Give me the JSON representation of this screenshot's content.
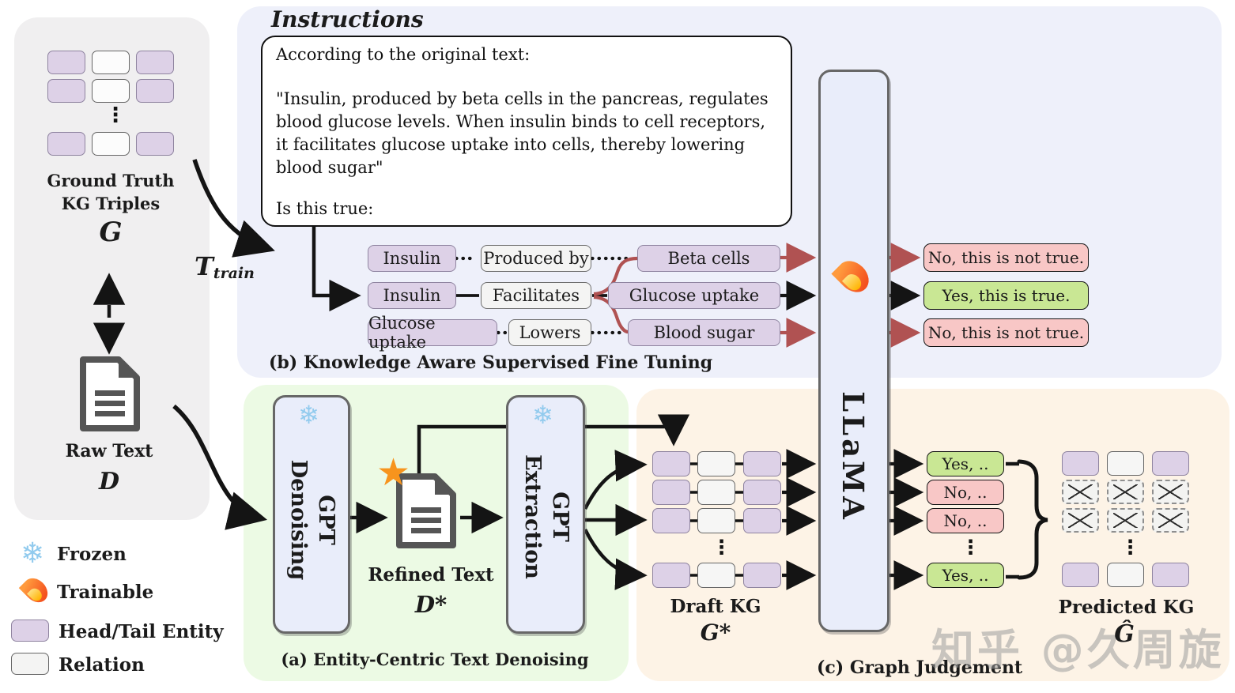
{
  "icons": {
    "snowflake": "❄",
    "star": "★",
    "vdots": "⋮"
  },
  "colors": {
    "entity_fill": "#ddd1e7",
    "relation_fill": "#f4f4f3",
    "positive_fill": "#c9e794",
    "negative_fill": "#f8c7c6",
    "arrow_red": "#b05252",
    "model_fill": "#e9edfa",
    "panel_fine_tuning": "#eef0fa",
    "panel_denoising": "#ecfae4",
    "panel_judgement": "#fdf3e6",
    "panel_inputs": "#f0eff0"
  },
  "left_panel": {
    "kg_title_line1": "Ground Truth",
    "kg_title_line2": "KG Triples",
    "kg_symbol": "G",
    "raw_text_label": "Raw Text",
    "raw_text_symbol": "D"
  },
  "t_train": {
    "symbol": "T",
    "subscript": "train"
  },
  "legend": {
    "items": [
      {
        "icon": "snowflake",
        "label": "Frozen"
      },
      {
        "icon": "flame",
        "label": "Trainable"
      },
      {
        "icon": "entity",
        "label": "Head/Tail Entity"
      },
      {
        "icon": "relation",
        "label": "Relation"
      }
    ]
  },
  "panel_b": {
    "caption": "(b) Knowledge Aware Supervised Fine Tuning",
    "instructions_title": "Instructions",
    "prompt_intro": "According to the original text:",
    "prompt_quote": "\"Insulin, produced by beta cells in the pancreas, regulates blood glucose levels. When insulin binds to cell receptors, it facilitates glucose uptake into cells, thereby lowering blood sugar\"",
    "prompt_question": "Is this true:",
    "triples": [
      {
        "head": "Insulin",
        "relation": "Produced by",
        "tail": "Beta cells",
        "link_style": "dotted",
        "judgement": "No, this is not true.",
        "judgement_type": "negative"
      },
      {
        "head": "Insulin",
        "relation": "Facilitates",
        "tail": "Glucose uptake",
        "link_style": "solid",
        "judgement": "Yes, this is true.",
        "judgement_type": "positive"
      },
      {
        "head": "Glucose uptake",
        "relation": "Lowers",
        "tail": "Blood sugar",
        "link_style": "dotted",
        "judgement": "No, this is not true.",
        "judgement_type": "negative"
      }
    ]
  },
  "model": {
    "name": "LLaMA",
    "status": "trainable"
  },
  "panel_a": {
    "caption": "(a) Entity-Centric Text Denoising",
    "denoising": {
      "line1": "GPT",
      "line2": "Denoising",
      "status": "frozen"
    },
    "extraction": {
      "line1": "GPT",
      "line2": "Extraction",
      "status": "frozen"
    },
    "refined_text_label": "Refined Text",
    "refined_text_symbol": "D*"
  },
  "panel_c": {
    "caption": "(c) Graph Judgement",
    "draft_kg_label": "Draft KG",
    "draft_kg_symbol": "G*",
    "judgements": [
      {
        "label": "Yes, ..",
        "type": "positive"
      },
      {
        "label": "No, ..",
        "type": "negative"
      },
      {
        "label": "No, ..",
        "type": "negative"
      },
      {
        "label": "Yes, ..",
        "type": "positive"
      }
    ],
    "predicted_kg_label": "Predicted KG",
    "predicted_kg_symbol": "Ĝ"
  },
  "watermark": "知乎 @久周旋"
}
